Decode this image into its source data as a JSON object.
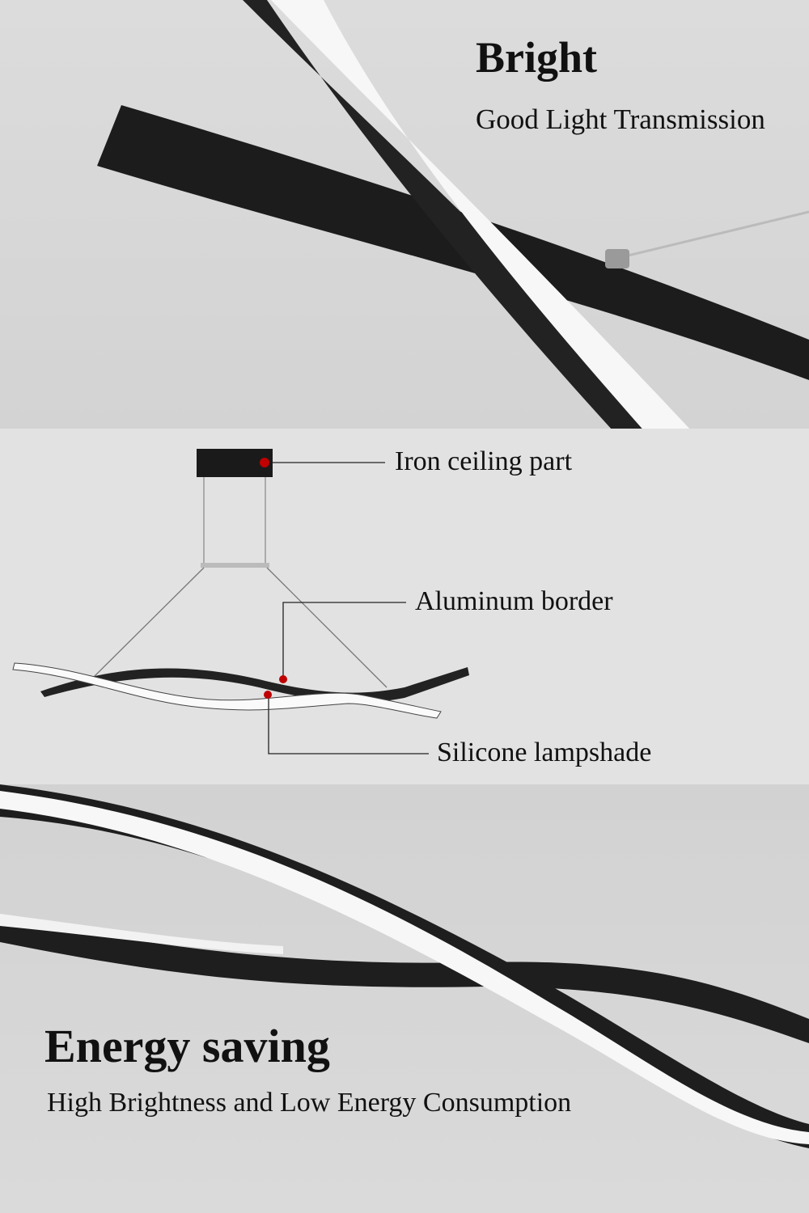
{
  "top": {
    "title": "Bright",
    "subtitle": "Good Light Transmission"
  },
  "diagram": {
    "callouts": [
      {
        "label": "Iron ceiling part"
      },
      {
        "label": "Aluminum border"
      },
      {
        "label": "Silicone lampshade"
      }
    ],
    "marker_color": "#c00000"
  },
  "bottom": {
    "title": "Energy saving",
    "subtitle": "High Brightness and Low Energy Consumption"
  }
}
